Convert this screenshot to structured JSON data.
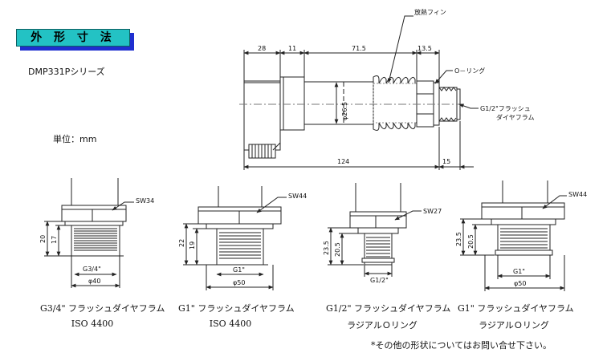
{
  "header": {
    "title": "外 形 寸 法",
    "series": "DMP331Pシリーズ",
    "unit": "単位：mm"
  },
  "main_drawing": {
    "dims": {
      "d28": "28",
      "d11": "11",
      "d71_5": "71.5",
      "d13_5": "13.5",
      "d124": "124",
      "d15": "15",
      "phi26_5": "φ26.5"
    },
    "callouts": {
      "fins": "放熱フィン",
      "oring": "O－リング",
      "flush_line1": "G1/2\"フラッシュ",
      "flush_line2": "ダイヤフラム"
    }
  },
  "details": [
    {
      "sw": "SW34",
      "thread": "G3/4\"",
      "phi": "φ40",
      "h1": "20",
      "h2": "17",
      "caption1": "G3/4\" フラッシュダイヤフラム",
      "caption2": "ISO 4400"
    },
    {
      "sw": "SW44",
      "thread": "G1\"",
      "phi": "φ50",
      "h1": "22",
      "h2": "19",
      "caption1": "G1\" フラッシュダイヤフラム",
      "caption2": "ISO 4400"
    },
    {
      "sw": "SW27",
      "thread": "G1/2\"",
      "h1": "23.5",
      "h2": "20.5",
      "caption1": "G1/2\" フラッシュダイヤフラム",
      "caption2": "ラジアルＯリング"
    },
    {
      "sw": "SW44",
      "thread": "G1\"",
      "phi": "φ50",
      "h1": "23.5",
      "h2": "20.5",
      "caption1": "G1\" フラッシュダイヤフラム",
      "caption2": "ラジアルＯリング"
    }
  ],
  "footer": {
    "note": "*その他の形状についてはお問い合せ下さい。"
  }
}
